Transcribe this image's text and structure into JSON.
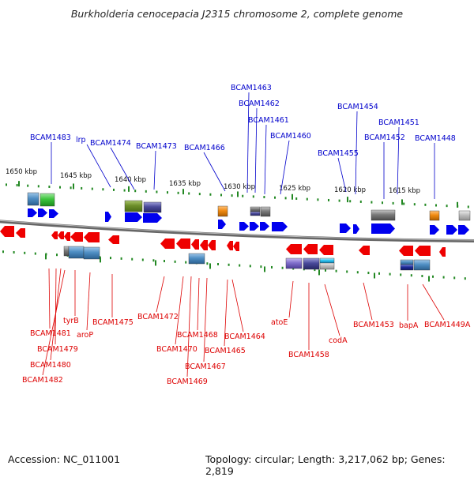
{
  "title": "Burkholderia cenocepacia J2315 chromosome 2, complete genome",
  "footer": {
    "accession": "Accession: NC_011001",
    "summary": "Topology: circular; Length: 3,217,062 bp; Genes: 2,819"
  },
  "colors": {
    "forward_gene": "#0000ee",
    "reverse_gene": "#ee0000",
    "forward_label": "#0000cc",
    "reverse_label": "#dd0000",
    "tick": "#228822",
    "backbone": "#777777"
  },
  "kbp_labels": [
    "1650 kbp",
    "1645 kbp",
    "1640 kbp",
    "1635 kbp",
    "1630 kbp",
    "1625 kbp",
    "1620 kbp",
    "1615 kbp"
  ],
  "forward_labels": [
    "BCAM1463",
    "BCAM1462",
    "BCAM1461",
    "BCAM1454",
    "BCAM1451",
    "BCAM1483",
    "lrp",
    "BCAM1474",
    "BCAM1473",
    "BCAM1460",
    "BCAM1452",
    "BCAM1448",
    "BCAM1466",
    "BCAM1455"
  ],
  "reverse_labels": [
    "tyrB",
    "BCAM1475",
    "BCAM1472",
    "atoE",
    "BCAM1453",
    "bapA",
    "BCAM1449A",
    "BCAM1481",
    "aroP",
    "BCAM1468",
    "BCAM1464",
    "codA",
    "BCAM1479",
    "BCAM1470",
    "BCAM1465",
    "BCAM1458",
    "BCAM1480",
    "BCAM1467",
    "BCAM1482",
    "BCAM1469"
  ]
}
